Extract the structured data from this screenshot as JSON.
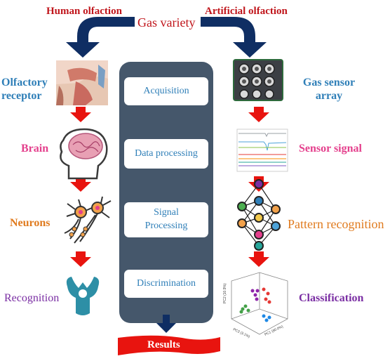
{
  "header": {
    "human": "Human olfaction",
    "gas": "Gas variety",
    "artificial": "Artificial olfaction"
  },
  "left_labels": {
    "receptor_line1": "Olfactory",
    "receptor_line2": "receptor",
    "brain": "Brain",
    "neurons": "Neurons",
    "recognition": "Recognition"
  },
  "right_labels": {
    "sensor_line1": "Gas sensor",
    "sensor_line2": "array",
    "signal": "Sensor signal",
    "pattern": "Pattern recognition",
    "classification": "Classification"
  },
  "steps": {
    "s1": "Acquisition",
    "s2": "Data processing",
    "s3_line1": "Signal",
    "s3_line2": "Processing",
    "s4": "Discrimination"
  },
  "results": "Results",
  "scatter_axes": {
    "x": "PC1 (80.0%)",
    "y": "PC2 (10.9%)",
    "z": "PC3 (3.1%)"
  },
  "colors": {
    "arrow_navy": "#0f2e63",
    "arrow_red": "#e8140f",
    "panel": "#45576b",
    "header_red": "#c0151b"
  }
}
